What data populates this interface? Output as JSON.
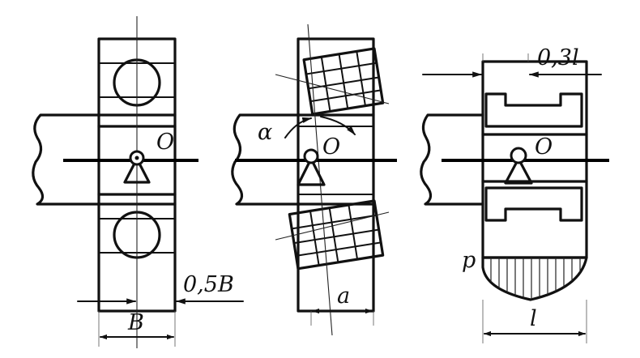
{
  "figure": {
    "labels": {
      "center_1": "O",
      "center_2": "O",
      "center_3": "O",
      "angle": "α",
      "width_b": "B",
      "half_width": "0,5B",
      "offset_a": "a",
      "pressure": "p",
      "length_l": "l",
      "fraction_l": "0,3l"
    }
  }
}
